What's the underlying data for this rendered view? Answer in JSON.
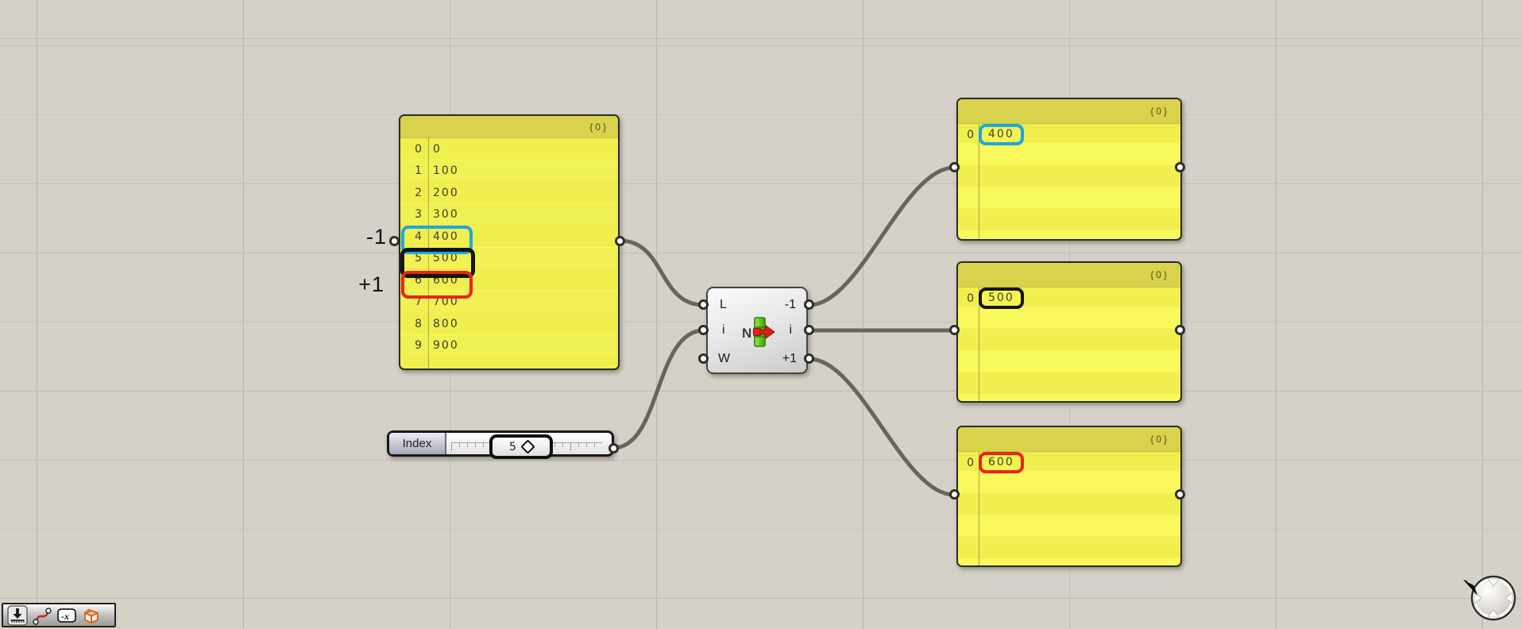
{
  "colors": {
    "highlight_blue": "#1ca7e0",
    "highlight_black": "#141414",
    "highlight_red": "#e52619"
  },
  "left_panel": {
    "path_label": "{0}",
    "rows": [
      {
        "i": "0",
        "v": "0"
      },
      {
        "i": "1",
        "v": "100"
      },
      {
        "i": "2",
        "v": "200"
      },
      {
        "i": "3",
        "v": "300"
      },
      {
        "i": "4",
        "v": "400"
      },
      {
        "i": "5",
        "v": "500"
      },
      {
        "i": "6",
        "v": "600"
      },
      {
        "i": "7",
        "v": "700"
      },
      {
        "i": "8",
        "v": "800"
      },
      {
        "i": "9",
        "v": "900"
      }
    ]
  },
  "annotations": {
    "minus_one": "-1",
    "plus_one": "+1"
  },
  "component": {
    "icon": "list-neighbours-icon",
    "icon_letter": "N",
    "inputs": [
      "L",
      "i",
      "W"
    ],
    "outputs": [
      "-1",
      "i",
      "+1"
    ]
  },
  "slider": {
    "name": "Index",
    "value": "5"
  },
  "right_panels": [
    {
      "path_label": "{0}",
      "row_index": "0",
      "value": "400",
      "highlight": "blue"
    },
    {
      "path_label": "{0}",
      "row_index": "0",
      "value": "500",
      "highlight": "black"
    },
    {
      "path_label": "{0}",
      "row_index": "0",
      "value": "600",
      "highlight": "red"
    }
  ],
  "toolbar": {
    "icons": [
      "place-widget-icon",
      "curve-icon",
      "expression-icon",
      "box-icon"
    ],
    "expression_label": "-x"
  },
  "nav_ball": "view-navigation-ball"
}
